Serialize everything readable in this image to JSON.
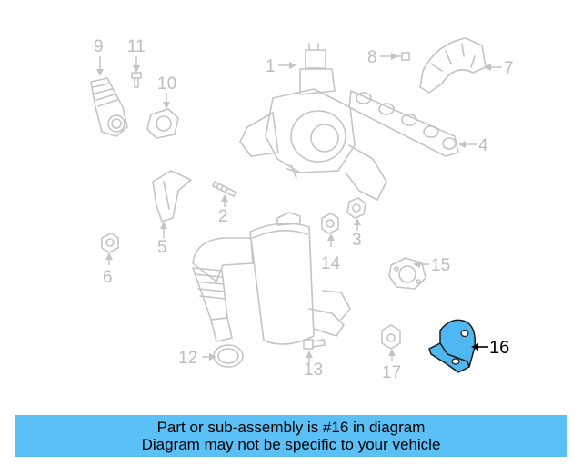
{
  "callouts": {
    "c1": "1",
    "c2": "2",
    "c3": "3",
    "c4": "4",
    "c5": "5",
    "c6": "6",
    "c7": "7",
    "c8": "8",
    "c9": "9",
    "c10": "10",
    "c11": "11",
    "c12": "12",
    "c13": "13",
    "c14": "14",
    "c15": "15",
    "c16": "16",
    "c17": "17"
  },
  "highlighted_part": "16",
  "colors": {
    "highlight": "#4fb8f2",
    "banner": "#5bc0f5",
    "lines": "#c4c4c4"
  },
  "banner": {
    "line1": "Part or sub-assembly is #16 in diagram",
    "line2": "Diagram may not be specific to your vehicle"
  }
}
